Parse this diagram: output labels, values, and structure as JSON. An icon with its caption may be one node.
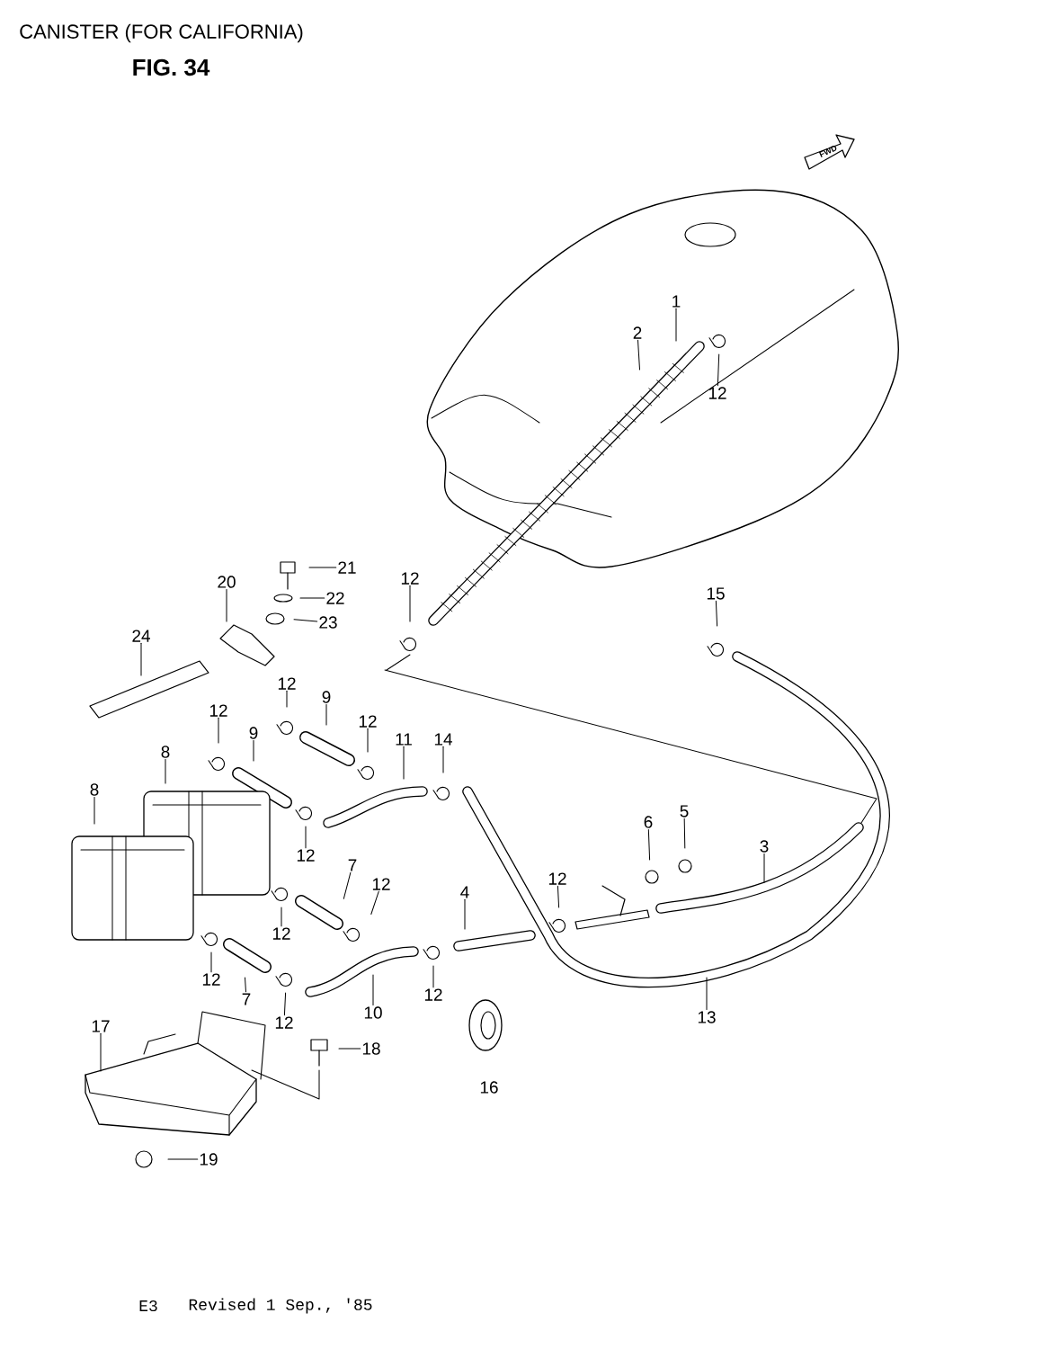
{
  "diagram": {
    "title": "CANISTER (FOR CALIFORNIA)",
    "nodes": [
      {
        "text": [
          "1"
        ]
      },
      {
        "text": [
          "2"
        ]
      },
      {
        "text": [
          "12"
        ]
      },
      {
        "text": [
          "21"
        ]
      },
      {
        "text": [
          "12"
        ]
      },
      {
        "text": [
          "20"
        ]
      },
      {
        "text": [
          "15"
        ]
      },
      {
        "text": [
          "22"
        ]
      },
      {
        "text": [
          "23"
        ]
      },
      {
        "text": [
          "24"
        ]
      },
      {
        "text": [
          "12"
        ]
      },
      {
        "text": [
          "9"
        ]
      },
      {
        "text": [
          "12"
        ]
      },
      {
        "text": [
          "12"
        ]
      },
      {
        "text": [
          "9"
        ]
      },
      {
        "text": [
          "11"
        ]
      },
      {
        "text": [
          "14"
        ]
      },
      {
        "text": [
          "8"
        ]
      },
      {
        "text": [
          "8"
        ]
      },
      {
        "text": [
          "6"
        ]
      },
      {
        "text": [
          "5"
        ]
      },
      {
        "text": [
          "3"
        ]
      },
      {
        "text": [
          "12"
        ]
      },
      {
        "text": [
          "7"
        ]
      },
      {
        "text": [
          "12"
        ]
      },
      {
        "text": [
          "12"
        ]
      },
      {
        "text": [
          "4"
        ]
      },
      {
        "text": [
          "12"
        ]
      },
      {
        "text": [
          "10"
        ]
      },
      {
        "text": [
          "12"
        ]
      },
      {
        "text": [
          "12"
        ]
      },
      {
        "text": [
          "7"
        ]
      },
      {
        "text": [
          "13"
        ]
      },
      {
        "text": [
          "12"
        ]
      },
      {
        "text": [
          "17"
        ]
      },
      {
        "text": [
          "18"
        ]
      },
      {
        "text": [
          "19"
        ]
      }
    ],
    "edges": [
      {
        "from": 0,
        "to": null,
        "arrow": "none"
      },
      {
        "from": 1,
        "to": null,
        "arrow": "none"
      },
      {
        "from": 2,
        "to": null,
        "arrow": "none"
      },
      {
        "from": 3,
        "to": null,
        "arrow": "none"
      },
      {
        "from": 4,
        "to": null,
        "arrow": "none"
      },
      {
        "from": 5,
        "to": null,
        "arrow": "none"
      },
      {
        "from": 6,
        "to": null,
        "arrow": "none"
      },
      {
        "from": 7,
        "to": null,
        "arrow": "none"
      },
      {
        "from": 8,
        "to": null,
        "arrow": "none"
      },
      {
        "from": 9,
        "to": null,
        "arrow": "none"
      },
      {
        "from": 10,
        "to": null,
        "arrow": "none"
      },
      {
        "from": 11,
        "to": null,
        "arrow": "none"
      },
      {
        "from": 12,
        "to": null,
        "arrow": "none"
      },
      {
        "from": 13,
        "to": null,
        "arrow": "none"
      },
      {
        "from": 14,
        "to": null,
        "arrow": "none"
      },
      {
        "from": 15,
        "to": null,
        "arrow": "none"
      },
      {
        "from": 16,
        "to": null,
        "arrow": "none"
      },
      {
        "from": 17,
        "to": null,
        "arrow": "none"
      },
      {
        "from": 18,
        "to": null,
        "arrow": "none"
      },
      {
        "from": 19,
        "to": null,
        "arrow": "none"
      },
      {
        "from": 20,
        "to": null,
        "arrow": "none"
      },
      {
        "from": 21,
        "to": null,
        "arrow": "none"
      },
      {
        "from": 22,
        "to": null,
        "arrow": "none"
      },
      {
        "from": 23,
        "to": null,
        "arrow": "none"
      },
      {
        "from": 24,
        "to": null,
        "arrow": "none"
      },
      {
        "from": 25,
        "to": null,
        "arrow": "none"
      },
      {
        "from": 26,
        "to": null,
        "arrow": "none"
      },
      {
        "from": 27,
        "to": null,
        "arrow": "none"
      },
      {
        "from": 28,
        "to": null,
        "arrow": "none"
      },
      {
        "from": 29,
        "to": null,
        "arrow": "none"
      },
      {
        "from": 30,
        "to": null,
        "arrow": "none"
      },
      {
        "from": 31,
        "to": null,
        "arrow": "none"
      },
      {
        "from": 32,
        "to": null,
        "arrow": "none"
      },
      {
        "from": 33,
        "to": null,
        "arrow": "none"
      },
      {
        "from": 34,
        "to": null,
        "arrow": "none"
      },
      {
        "from": 35,
        "to": null,
        "arrow": "none"
      },
      {
        "from": 36,
        "to": null,
        "arrow": "none"
      }
    ],
    "labels": [
      "FIG. 34",
      "FWD",
      "16",
      "E3",
      "Revised 1 Sep., '85"
    ]
  }
}
